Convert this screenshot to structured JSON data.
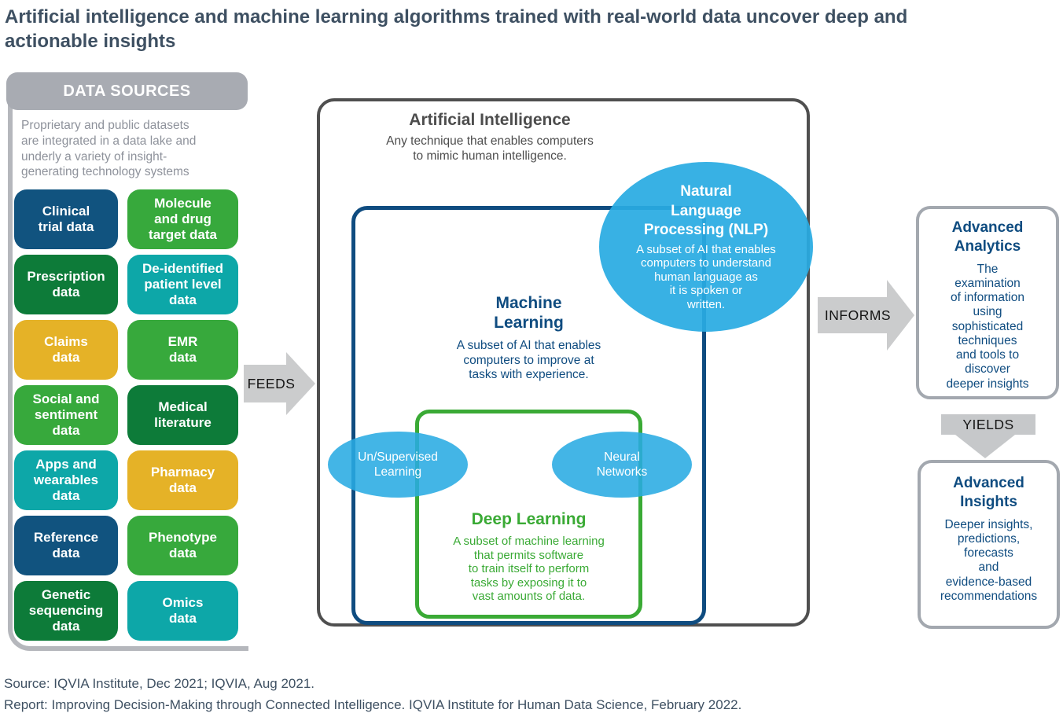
{
  "title": "Artificial intelligence and machine learning algorithms trained with real-world data uncover deep and\nactionable insights",
  "data_sources": {
    "header": "DATA SOURCES",
    "description": "Proprietary and public datasets\nare integrated in a data lake and\nunderly a variety of insight-\ngenerating technology systems",
    "boxes": [
      {
        "label": "Clinical\ntrial data",
        "color": "darkblue"
      },
      {
        "label": "Molecule\nand drug\ntarget data",
        "color": "green"
      },
      {
        "label": "Prescription\ndata",
        "color": "darkgreen"
      },
      {
        "label": "De-identified\npatient level\ndata",
        "color": "teal"
      },
      {
        "label": "Claims\ndata",
        "color": "yellow"
      },
      {
        "label": "EMR\ndata",
        "color": "green"
      },
      {
        "label": "Social and\nsentiment\ndata",
        "color": "green"
      },
      {
        "label": "Medical\nliterature",
        "color": "darkgreen"
      },
      {
        "label": "Apps and\nwearables\ndata",
        "color": "teal"
      },
      {
        "label": "Pharmacy\ndata",
        "color": "yellow"
      },
      {
        "label": "Reference\ndata",
        "color": "darkblue"
      },
      {
        "label": "Phenotype\ndata",
        "color": "green"
      },
      {
        "label": "Genetic\nsequencing\ndata",
        "color": "darkgreen"
      },
      {
        "label": "Omics\ndata",
        "color": "teal"
      }
    ]
  },
  "arrows": {
    "feeds": "FEEDS",
    "informs": "INFORMS",
    "yields": "YIELDS"
  },
  "ai": {
    "title": "Artificial Intelligence",
    "description": "Any technique that enables computers\nto mimic human intelligence."
  },
  "ml": {
    "title": "Machine\nLearning",
    "description": "A subset of AI that enables\ncomputers to improve at\ntasks with experience."
  },
  "dl": {
    "title": "Deep Learning",
    "description": "A subset of machine learning\nthat permits software\nto train itself to perform\ntasks by exposing it to\nvast amounts of data."
  },
  "nlp": {
    "title": "Natural\nLanguage\nProcessing (NLP)",
    "description": "A subset of AI that enables\ncomputers to understand\nhuman language as\nit is spoken or\nwritten."
  },
  "unsupervised": {
    "label": "Un/Supervised\nLearning"
  },
  "neural": {
    "label": "Neural\nNetworks"
  },
  "analytics": {
    "title": "Advanced\nAnalytics",
    "description": "The\nexamination\nof information\nusing\nsophisticated\ntechniques\nand tools to\ndiscover\ndeeper insights"
  },
  "insights": {
    "title": "Advanced\nInsights",
    "description": "Deeper insights,\npredictions,\nforecasts\nand\nevidence-based\nrecommendations"
  },
  "footer": {
    "source": "Source: IQVIA Institute, Dec 2021; IQVIA, Aug 2021.",
    "report": "Report: Improving Decision-Making through Connected Intelligence. IQVIA Institute for Human Data Science, February 2022."
  },
  "colors": {
    "title_slate": "#3e5062",
    "panel_gray": "#a8abb2",
    "border_gray": "#b5b7bc",
    "dark_blue": "#11537f",
    "green": "#37a93c",
    "dark_green": "#0d7b39",
    "teal": "#0da7a8",
    "yellow": "#e5b227",
    "ellipse_blue": "#29abe2",
    "ml_blue": "#0f4c80",
    "dl_green": "#3aaa35",
    "ai_gray": "#4f4f4f",
    "arrow_gray": "#cbcccd"
  }
}
